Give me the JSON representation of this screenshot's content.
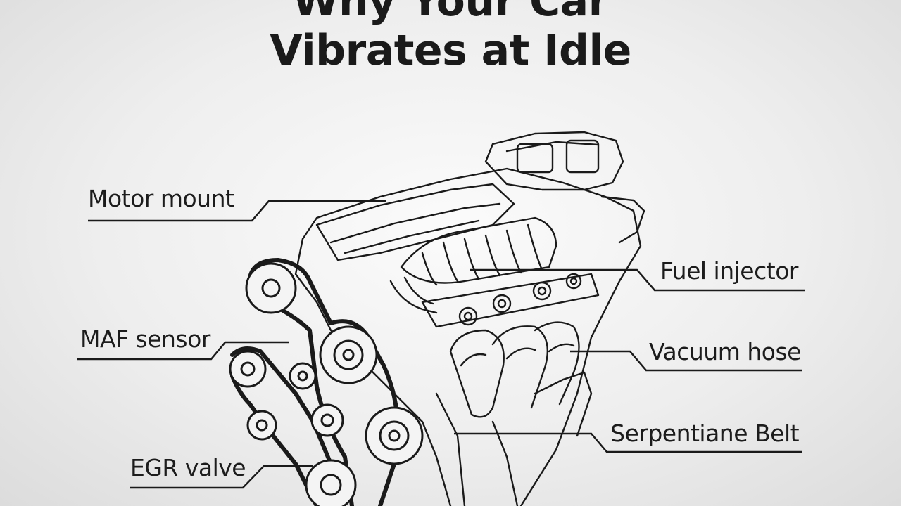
{
  "title": {
    "line1": "Why Your Car",
    "line2": "Vibrates at Idle"
  },
  "labels": {
    "motor_mount": "Motor mount",
    "maf_sensor": "MAF sensor",
    "egr_valve": "EGR valve",
    "fuel_injector": "Fuel injector",
    "vacuum_hose": "Vacuum hose",
    "serpentine_belt": "Serpentiane Belt"
  }
}
